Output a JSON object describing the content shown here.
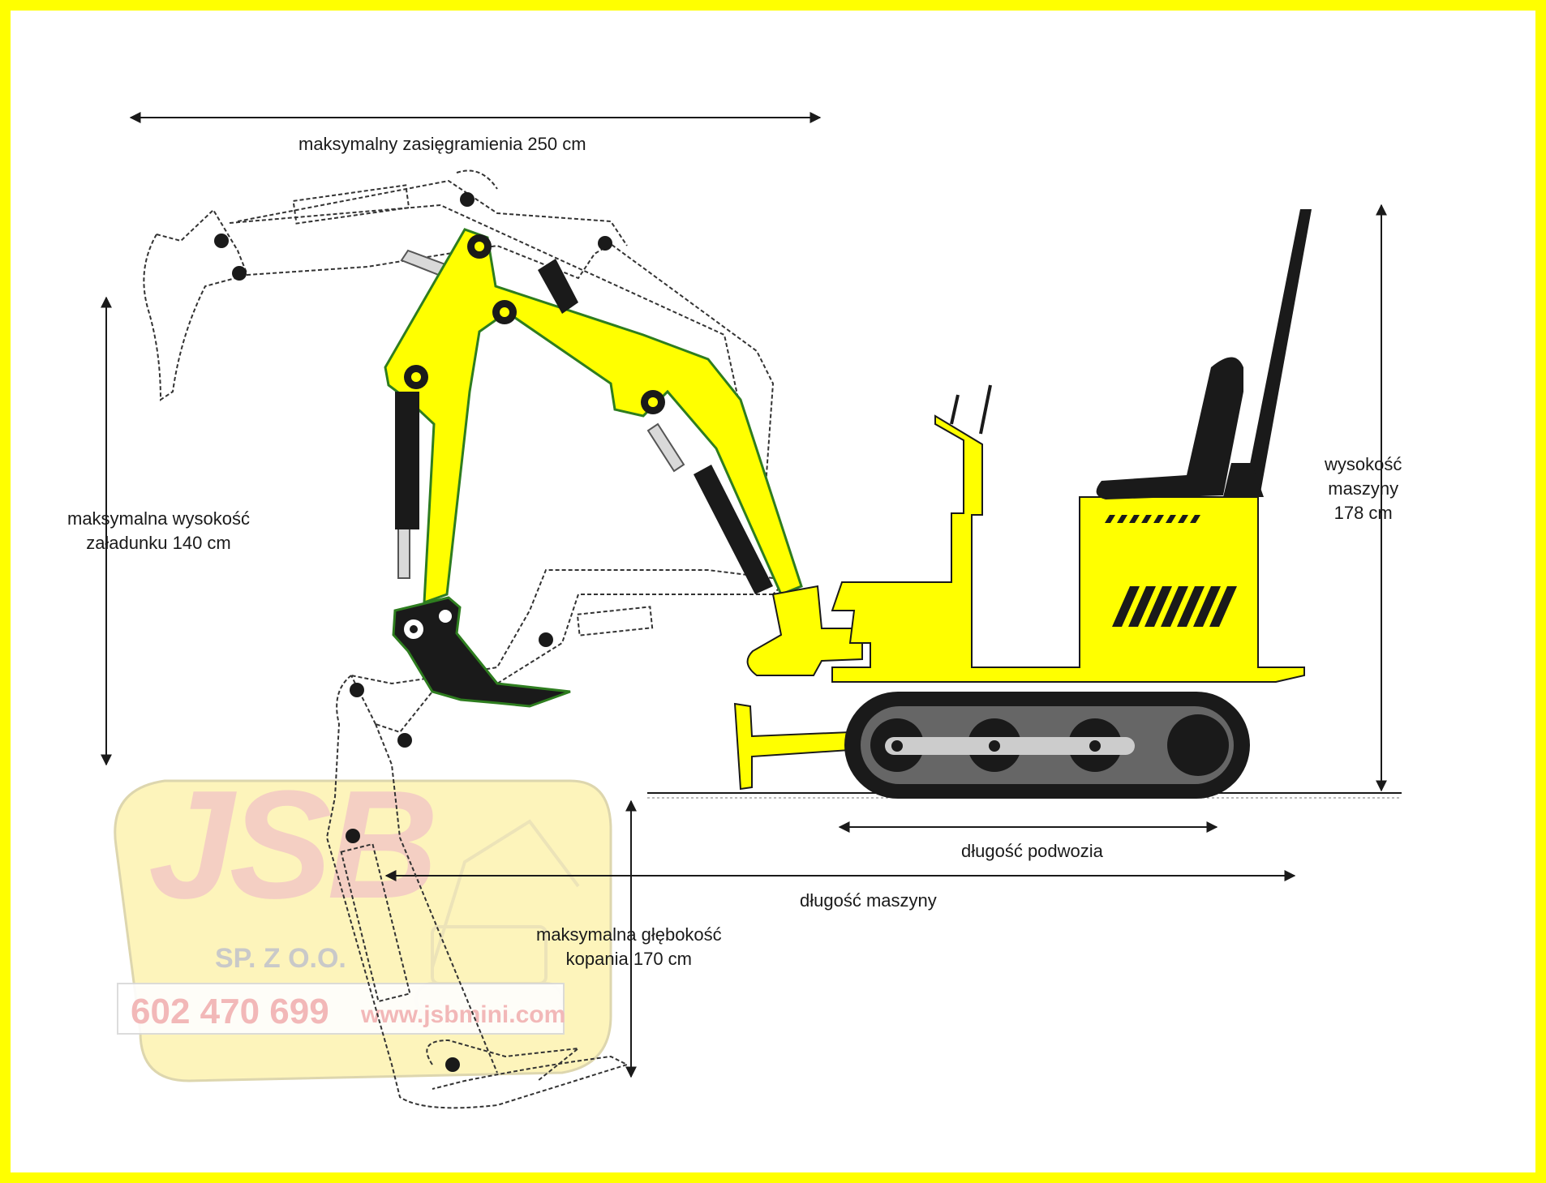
{
  "dimensions": {
    "reach": "maksymalny zasięgramienia 250 cm",
    "height_line1": "wysokość",
    "height_line2": "maszyny",
    "height_line3": "178 cm",
    "load_line1": "maksymalna wysokość",
    "load_line2": "załadunku 140 cm",
    "dig_line1": "maksymalna głębokość",
    "dig_line2": "kopania 170 cm",
    "undercarriage": "długość podwozia",
    "length": "długość maszyny"
  },
  "watermark": {
    "logo": "JSB",
    "company": "SP. Z O.O.",
    "phone": "602 470 699",
    "url": "www.jsbmini.com"
  },
  "colors": {
    "machine": "#ffff00",
    "frame": "#ffff00",
    "outline_green": "#2e7d1f",
    "dark": "#1a1a1a",
    "track": "#555555"
  }
}
